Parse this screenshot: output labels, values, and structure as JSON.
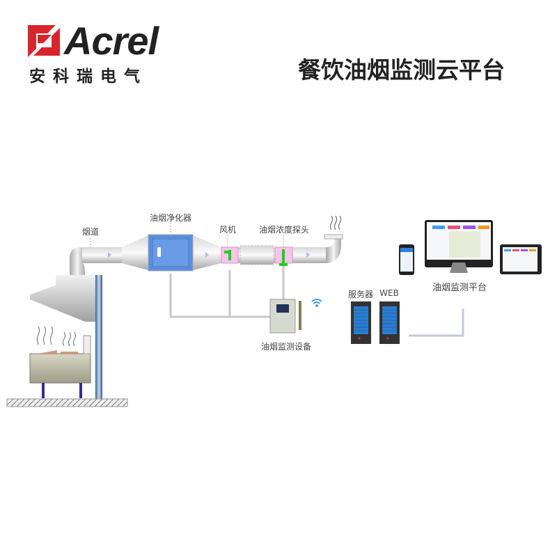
{
  "logo": {
    "brand": "Acrel",
    "cn_name": "安科瑞电气",
    "color": "#d7262b"
  },
  "title": "餐饮油烟监测云平台",
  "diagram": {
    "labels": {
      "duct": "烟道",
      "purifier": "油烟净化器",
      "fan": "风机",
      "probe": "油烟浓度探头",
      "monitor_device": "油烟监测设备",
      "server": "服务器",
      "web": "WEB",
      "platform": "油烟监测平台"
    }
  }
}
